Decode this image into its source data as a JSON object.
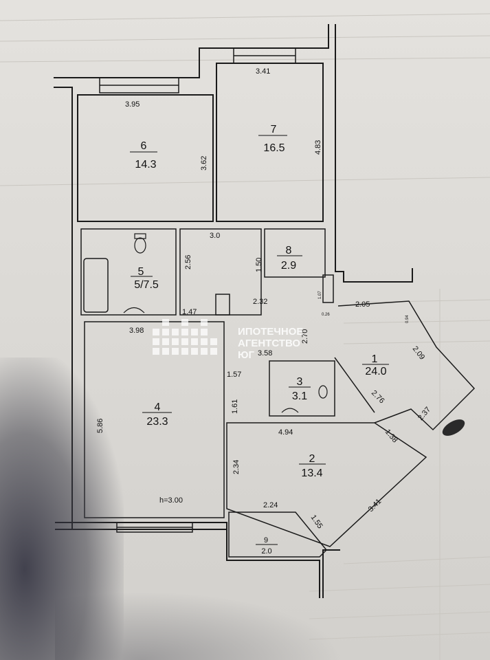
{
  "rooms": [
    {
      "number": "1",
      "area": "24.0"
    },
    {
      "number": "2",
      "area": "13.4"
    },
    {
      "number": "3",
      "area": "3.1"
    },
    {
      "number": "4",
      "area": "23.3"
    },
    {
      "number": "5",
      "area": "5/7.5"
    },
    {
      "number": "6",
      "area": "14.3"
    },
    {
      "number": "7",
      "area": "16.5"
    },
    {
      "number": "8",
      "area": "2.9"
    },
    {
      "number": "9",
      "area": "2.0"
    }
  ],
  "dimensions": {
    "r6_width": "3.95",
    "r6_height": "3.62",
    "r7_width": "3.41",
    "r7_height": "4.83",
    "corridor_top": "3.0",
    "bath_height": "2.56",
    "r8_height": "1.50",
    "hall_width": "2.32",
    "passage": "1.47",
    "r4_width": "3.98",
    "r4_height": "5.86",
    "r3_width": "3.58",
    "r3_side": "2.70",
    "hall_w2": "1.57",
    "hall_h2": "1.61",
    "r2_width": "4.94",
    "r2_height": "2.34",
    "r2_bottom": "2.24",
    "r2_diag1": "1.38",
    "r2_diag2": "3.41",
    "r1_top": "2.05",
    "r1_diag1": "2.09",
    "r1_diag2": "2.76",
    "r1_diag3": "2.37",
    "r9_diag": "1.55",
    "small_a": "1.07",
    "small_b": "0.26",
    "small_c": "0.94"
  },
  "ceiling_height": "h=3.00",
  "watermark": {
    "line1": "ИПОТЕЧНОЕ",
    "line2": "АГЕНТСТВО",
    "line3": "ЮГ"
  }
}
